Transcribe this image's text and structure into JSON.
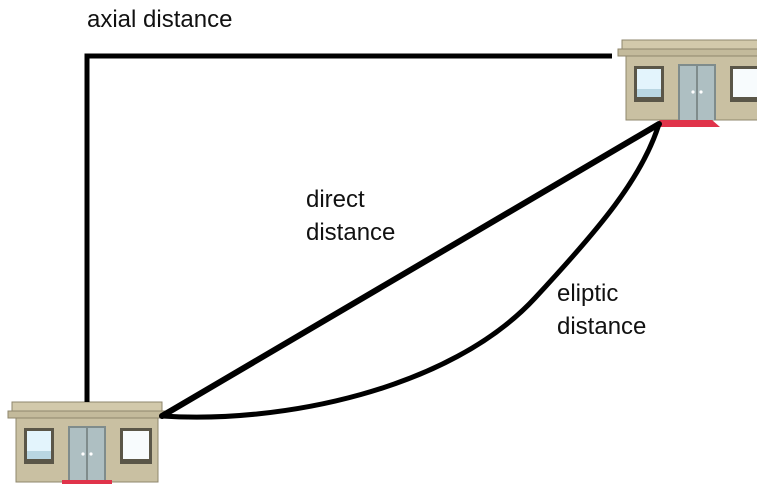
{
  "labels": {
    "axial": "axial distance",
    "direct_line1": "direct",
    "direct_line2": "distance",
    "eliptic_line1": "eliptic",
    "eliptic_line2": "distance"
  },
  "colors": {
    "line": "#000000",
    "house_roof": "#cfc6a8",
    "house_wall": "#c8bfa0",
    "house_window": "#dff2fb",
    "house_door": "#a9c0c4",
    "doormat": "#e0334a"
  },
  "icons": {
    "start_building": "house-icon",
    "end_building": "house-icon"
  }
}
